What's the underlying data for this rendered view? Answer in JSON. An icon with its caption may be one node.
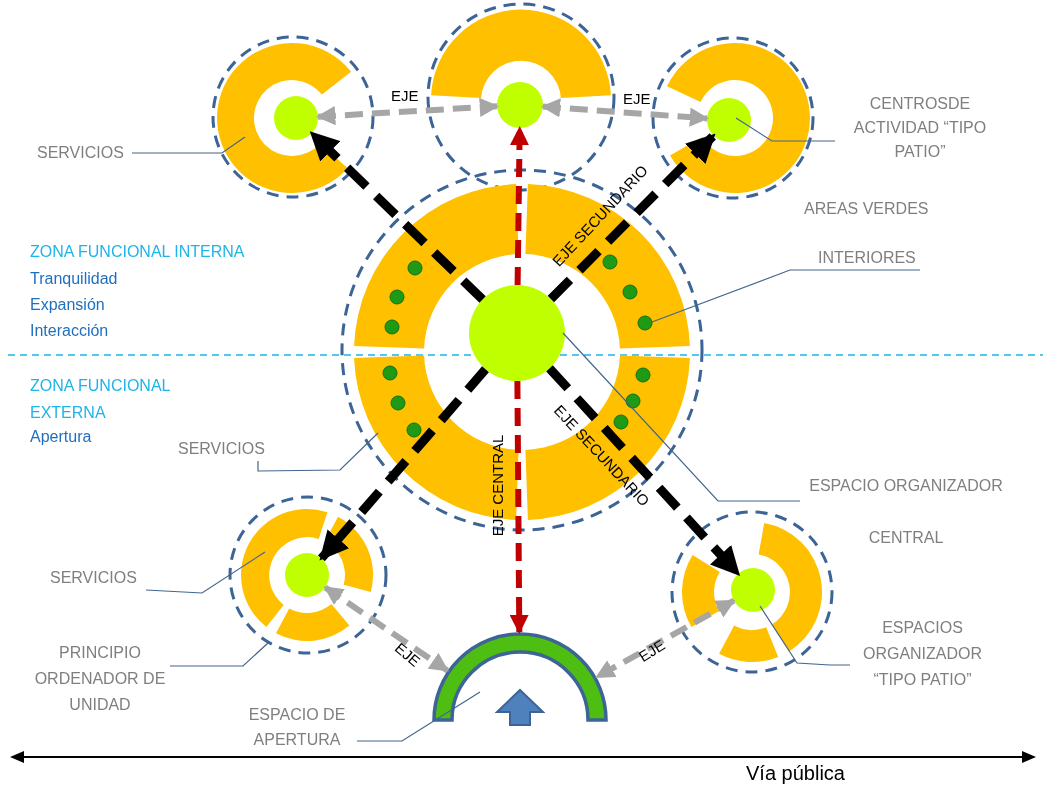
{
  "diagram": {
    "nodes": [
      {
        "text": [
          "SERVICIOS"
        ]
      },
      {
        "text": [],
        "shape": "circle"
      },
      {
        "text": [],
        "shape": "ring",
        "in": 1
      },
      {
        "text": [],
        "shape": "circle",
        "in": 2
      },
      {
        "text": [],
        "shape": "circle"
      },
      {
        "text": [],
        "shape": "ring",
        "in": 4
      },
      {
        "text": [],
        "shape": "circle",
        "in": 4
      },
      {
        "text": [],
        "shape": "circle"
      },
      {
        "text": [],
        "shape": "ring",
        "in": 7
      },
      {
        "text": [],
        "shape": "circle",
        "in": 8
      },
      {
        "text": [
          "CENTROSDE ACTIVIDAD “TIPO PATIO”"
        ]
      },
      {
        "text": [
          "INTERIORES"
        ]
      },
      {
        "text": [],
        "shape": "circle"
      },
      {
        "text": [],
        "shape": "ring",
        "in": 12
      },
      {
        "text": [],
        "shape": "circle",
        "in": 13
      },
      {
        "text": [
          "SERVICIOS"
        ]
      },
      {
        "text": [
          "ESPACIO ORGANIZADOR CENTRAL"
        ]
      },
      {
        "text": [
          "SERVICIOS"
        ]
      },
      {
        "text": [],
        "shape": "circle"
      },
      {
        "text": [],
        "shape": "ring",
        "in": 18
      },
      {
        "text": [],
        "shape": "circle",
        "in": 19
      },
      {
        "text": [],
        "shape": "circle"
      },
      {
        "text": [],
        "shape": "ring",
        "in": 21
      },
      {
        "text": [],
        "shape": "circle",
        "in": 22
      },
      {
        "text": [
          "PRINCIPIO ORDENADOR DE UNIDAD"
        ]
      },
      {
        "text": [
          "ESPACIOS ORGANIZADOR “TIPO PATIO”"
        ]
      },
      {
        "text": [],
        "shape": "arc"
      },
      {
        "text": [
          "ESPACIO DE APERTURA"
        ]
      }
    ],
    "edges": [
      {
        "from": 3,
        "to": 6,
        "arrow": "both",
        "label": "EJE",
        "style": "dashed",
        "color": "#a6a6a6"
      },
      {
        "from": 6,
        "to": 9,
        "arrow": "both",
        "label": "EJE",
        "style": "dashed",
        "color": "#a6a6a6"
      },
      {
        "from": 14,
        "to": 3,
        "arrow": "to",
        "style": "dashed",
        "color": "#000000"
      },
      {
        "from": 14,
        "to": 9,
        "arrow": "to",
        "label": "EJE SECUNDARIO",
        "style": "dashed",
        "color": "#000000"
      },
      {
        "from": 14,
        "to": 20,
        "arrow": "to",
        "style": "dashed",
        "color": "#000000"
      },
      {
        "from": 14,
        "to": 23,
        "arrow": "to",
        "label": "EJE SECUNDARIO",
        "style": "dashed",
        "color": "#000000"
      },
      {
        "from": 14,
        "to": 6,
        "arrow": "to",
        "style": "dashed",
        "color": "#c00000"
      },
      {
        "from": 14,
        "to": 26,
        "arrow": "to",
        "label": "EJE CENTRAL",
        "style": "dashed",
        "color": "#c00000"
      },
      {
        "from": 20,
        "to": 26,
        "arrow": "both",
        "label": "EJE",
        "style": "dashed",
        "color": "#a6a6a6"
      },
      {
        "from": 23,
        "to": 26,
        "arrow": "both",
        "label": "EJE",
        "style": "dashed",
        "color": "#a6a6a6"
      },
      {
        "from": 0,
        "to": 2,
        "arrow": "none"
      },
      {
        "from": 10,
        "to": 9,
        "arrow": "none"
      },
      {
        "from": 11,
        "to": 13,
        "arrow": "none"
      },
      {
        "from": 16,
        "to": 14,
        "arrow": "none"
      },
      {
        "from": 15,
        "to": 13,
        "arrow": "none"
      },
      {
        "from": 17,
        "to": 19,
        "arrow": "none"
      },
      {
        "from": 24,
        "to": 18,
        "arrow": "none"
      },
      {
        "from": 25,
        "to": 23,
        "arrow": "none"
      },
      {
        "from": 27,
        "to": 26,
        "arrow": "none"
      }
    ],
    "labels": [
      "AREAS VERDES",
      "ZONA FUNCIONAL INTERNA",
      "Tranquilidad",
      "Expansión",
      "Interacción",
      "ZONA FUNCIONAL EXTERNA",
      "Apertura",
      "Vía pública"
    ]
  }
}
